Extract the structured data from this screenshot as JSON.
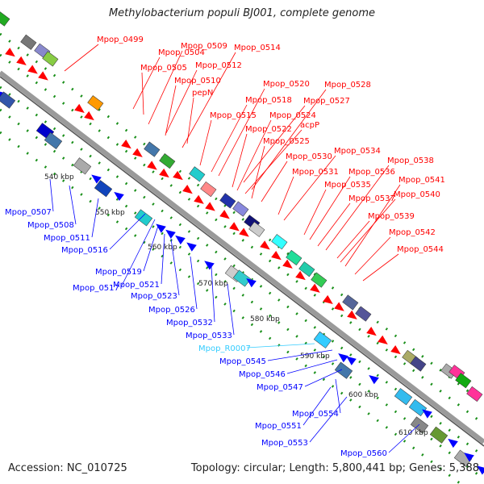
{
  "title": "Methylobacterium populi BJ001, complete genome",
  "footer": {
    "accession": "Accession: NC_010725",
    "summary": "Topology: circular; Length: 5,800,441 bp; Genes: 5,388"
  },
  "colors": {
    "backbone": "#999999",
    "forward_gene": "#ff0000",
    "reverse_gene": "#0000ff",
    "rna_label": "#33ccff",
    "dots": "#1a8f1a"
  },
  "scale_labels": [
    "540 kbp",
    "550 kbp",
    "560 kbp",
    "570 kbp",
    "580 kbp",
    "590 kbp",
    "600 kbp",
    "610 kbp"
  ],
  "forward_labels": [
    "Mpop_0499",
    "Mpop_0504",
    "Mpop_0505",
    "Mpop_0509",
    "Mpop_0510",
    "pepN",
    "Mpop_0512",
    "Mpop_0514",
    "Mpop_0515",
    "Mpop_0518",
    "Mpop_0520",
    "Mpop_0522",
    "Mpop_0524",
    "acpP",
    "Mpop_0525",
    "Mpop_0527",
    "Mpop_0528",
    "Mpop_0530",
    "Mpop_0531",
    "Mpop_0534",
    "Mpop_0535",
    "Mpop_0536",
    "Mpop_0537",
    "Mpop_0538",
    "Mpop_0539",
    "Mpop_0540",
    "Mpop_0541",
    "Mpop_0542",
    "Mpop_0544"
  ],
  "reverse_labels": [
    "Mpop_0507",
    "Mpop_0508",
    "Mpop_0511",
    "Mpop_0516",
    "Mpop_0517",
    "Mpop_0519",
    "Mpop_0521",
    "Mpop_0523",
    "Mpop_0526",
    "Mpop_0532",
    "Mpop_0533",
    "Mpop_R0007",
    "Mpop_0545",
    "Mpop_0546",
    "Mpop_0547",
    "Mpop_0551",
    "Mpop_0553",
    "Mpop_0554",
    "Mpop_0560"
  ]
}
